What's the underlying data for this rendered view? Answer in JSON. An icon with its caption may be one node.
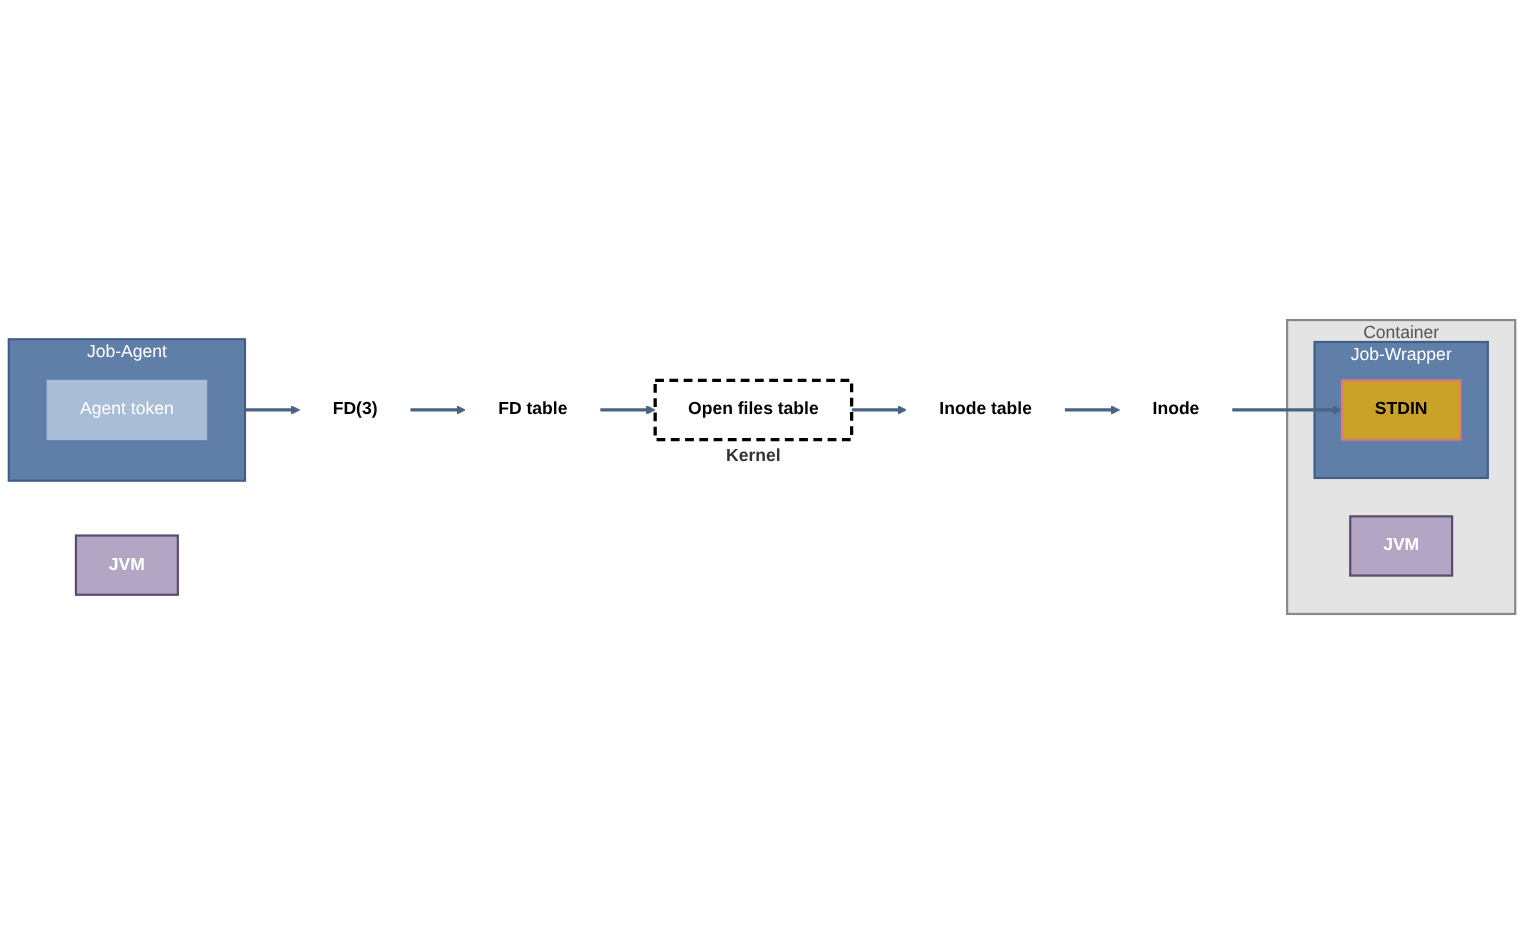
{
  "diagram": {
    "nodes": [
      {
        "text": [
          "Job-Agent"
        ]
      },
      {
        "text": [
          "Agent token"
        ],
        "in": 0
      },
      {
        "text": [
          "JVM"
        ]
      },
      {
        "text": [
          "FD(3)"
        ]
      },
      {
        "text": [
          "FD table"
        ]
      },
      {
        "text": [
          "Open files table"
        ],
        "beside": [
          "Kernel"
        ]
      },
      {
        "text": [
          "Inode table"
        ]
      },
      {
        "text": [
          "Inode"
        ]
      },
      {
        "text": [
          "Container"
        ]
      },
      {
        "text": [
          "Job-Wrapper"
        ],
        "in": 8
      },
      {
        "text": [
          "STDIN"
        ],
        "in": 9
      },
      {
        "text": [
          "JVM"
        ],
        "in": 8
      }
    ],
    "edges": [
      {
        "from": 0,
        "to": 3,
        "arrow": "to"
      },
      {
        "from": 3,
        "to": 4,
        "arrow": "to"
      },
      {
        "from": 4,
        "to": 5,
        "arrow": "to"
      },
      {
        "from": 5,
        "to": 6,
        "arrow": "to"
      },
      {
        "from": 6,
        "to": 7,
        "arrow": "to"
      },
      {
        "from": 7,
        "to": 10,
        "arrow": "to"
      }
    ]
  }
}
